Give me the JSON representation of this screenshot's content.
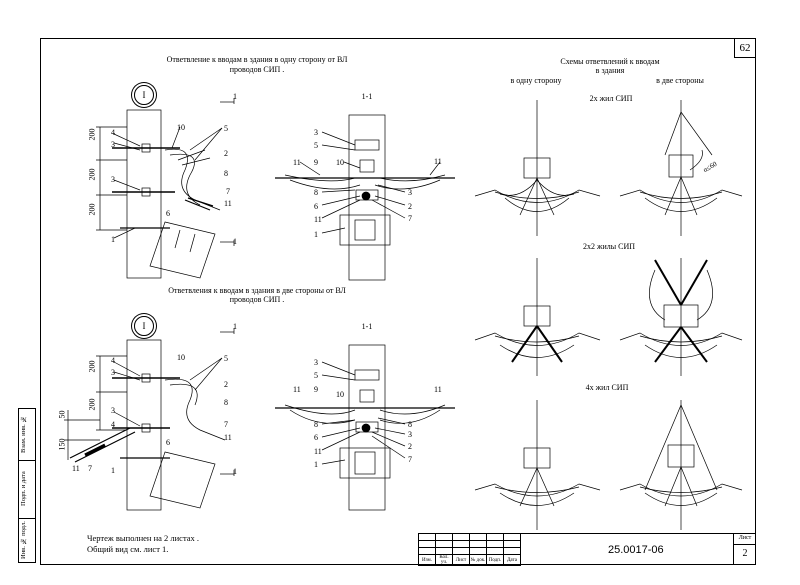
{
  "page_number": "62",
  "titles": {
    "one_side_line1": "Ответвление к вводам в здания в одну сторону от ВЛ",
    "one_side_line2": "проводов СИП .",
    "two_side_line1": "Ответвления к вводам в здания в две стороны от ВЛ",
    "two_side_line2": "проводов СИП .",
    "schemes_line1": "Схемы ответвлений к вводам",
    "schemes_line2": "в здания",
    "col_one": "в одну сторону",
    "col_two": "в две стороны",
    "row1": "2х жил СИП",
    "row2": "2х2 жилы СИП",
    "row3": "4х жил СИП"
  },
  "section_labels": {
    "view_marker": "I",
    "section": "1-1",
    "cut": "1"
  },
  "dimensions": {
    "d200": "200",
    "d50": "50",
    "d150": "150",
    "angle": "α≤60"
  },
  "callouts_top_left": [
    "4",
    "3",
    "10",
    "5",
    "2",
    "3",
    "8",
    "7",
    "6",
    "11",
    "1"
  ],
  "callouts_top_mid": [
    "3",
    "5",
    "11",
    "9",
    "10",
    "11",
    "8",
    "6",
    "11",
    "1",
    "3",
    "2",
    "7"
  ],
  "callouts_bot_left": [
    "4",
    "3",
    "10",
    "5",
    "2",
    "8",
    "3",
    "4",
    "6",
    "7",
    "11",
    "1",
    "11",
    "7"
  ],
  "callouts_bot_mid": [
    "3",
    "5",
    "11",
    "9",
    "10",
    "11",
    "8",
    "6",
    "11",
    "1",
    "8",
    "3",
    "2",
    "7"
  ],
  "note_line1": "Чертеж выполнен на 2 листах .",
  "note_line2": "Общий вид см. лист 1.",
  "stamp": [
    "Взам. инв. №",
    "Подп. и дата",
    "Инв. № подл."
  ],
  "title_block": {
    "code": "25.0017-06",
    "sheet_label": "Лист",
    "sheet_number": "2",
    "cols": [
      "Изм.",
      "Кол. уч.",
      "Лист",
      "№ док.",
      "Подп.",
      "Дата"
    ]
  }
}
